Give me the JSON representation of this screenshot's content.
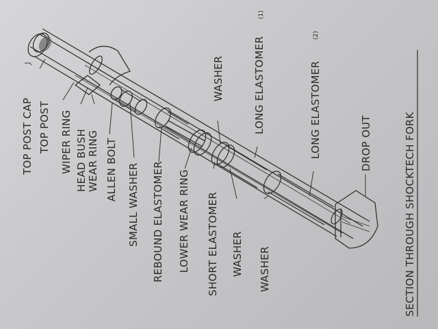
{
  "labels": {
    "top_post_cap": "TOP POST CAP",
    "top_post": "TOP POST",
    "wiper_ring": "WIPER RING",
    "head_bush": "HEAD BUSH",
    "wear_ring": "WEAR RING",
    "allen_bolt": "ALLEN BOLT",
    "small_washer": "SMALL WASHER",
    "rebound_elastomer": "REBOUND ELASTOMER",
    "lower_wear_ring": "LOWER WEAR RING",
    "short_elastomer": "SHORT ELASTOMER",
    "washer_1": "WASHER",
    "washer_2": "WASHER",
    "washer_top": "WASHER",
    "long_elastomer_1": "LONG ELASTOMER",
    "long_elastomer_1_note": "(1)",
    "long_elastomer_2": "LONG ELASTOMER",
    "long_elastomer_2_note": "(2)",
    "drop_out": "DROP OUT"
  },
  "title": "SECTION THROUGH SHOCKTECH FORK",
  "colors": {
    "paper": "#cfcfd1",
    "ink": "#2a2a2a"
  }
}
